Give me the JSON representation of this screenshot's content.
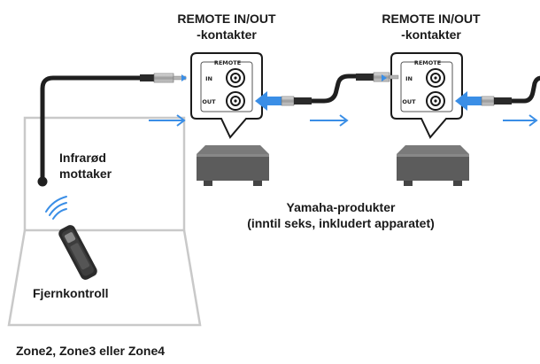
{
  "labels": {
    "port_group_1": [
      "REMOTE IN/OUT",
      "-kontakter"
    ],
    "port_group_2": [
      "REMOTE IN/OUT",
      "-kontakter"
    ],
    "ir_receiver": [
      "Infrarød",
      "mottaker"
    ],
    "yamaha_products": [
      "Yamaha-produkter",
      "(inntil seks, inkludert apparatet)"
    ],
    "remote_control": "Fjernkontroll",
    "zones": "Zone2, Zone3 eller Zone4"
  },
  "panel_text": {
    "remote_tag": "REMOTE",
    "in": "IN",
    "out": "OUT"
  },
  "colors": {
    "arrow_blue": "#3a8ee6",
    "cable": "#1f1f1f",
    "room_outline": "#c9c9c9",
    "device_body": "#5c5c5c",
    "device_top": "#7a7a7a"
  }
}
